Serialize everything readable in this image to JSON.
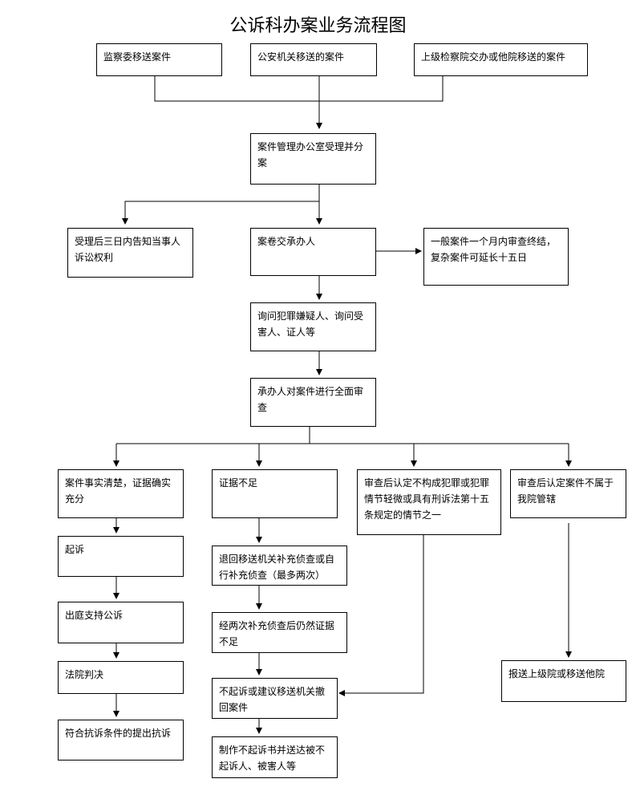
{
  "title": "公诉科办案业务流程图",
  "nodes": {
    "src1": "监察委移送案件",
    "src2": "公安机关移送的案件",
    "src3": "上级检察院交办或他院移送的案件",
    "accept": "案件管理办公室受理并分案",
    "notify": "受理后三日内告知当事人诉讼权利",
    "assign": "案卷交承办人",
    "deadline": "一般案件一个月内审查终结，复杂案件可延长十五日",
    "interrogate": "询问犯罪嫌疑人、询问受害人、证人等",
    "review": "承办人对案件进行全面审查",
    "clear": "案件事实清楚，证据确实充分",
    "insufficient": "证据不足",
    "minor": "审查后认定不构成犯罪或犯罪情节轻微或具有刑诉法第十五条规定的情节之一",
    "jurisdiction": "审查后认定案件不属于我院管辖",
    "prosecute": "起诉",
    "court": "出庭支持公诉",
    "verdict": "法院判决",
    "protest": "符合抗诉条件的提出抗诉",
    "return": "退回移送机关补充侦查或自行补充侦查（最多两次）",
    "still_insufficient": "经两次补充侦查后仍然证据不足",
    "no_prosecute": "不起诉或建议移送机关撤回案件",
    "serve": "制作不起诉书并送达被不起诉人、被害人等",
    "report": "报送上级院或移送他院"
  }
}
